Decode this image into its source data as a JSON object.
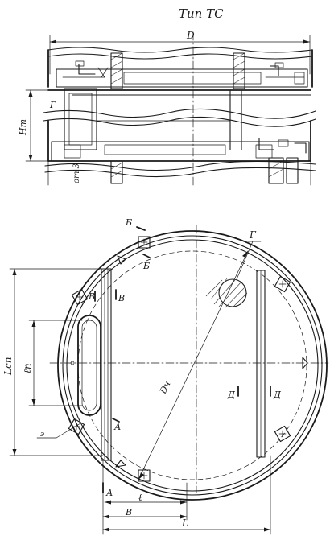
{
  "title": "Тип ТС",
  "top_view": {
    "dim_diameter": "D",
    "dim_height": "Hт",
    "mark_section": "Г",
    "dim_note": "от 3"
  },
  "plan_view": {
    "section_b_top": "Б",
    "section_b_bottom": "Б",
    "section_v_left": "В",
    "section_v_right": "В",
    "section_a_top": "А",
    "section_a_bottom": "А",
    "section_d_left": "Д",
    "section_d_right": "Д",
    "callout_g": "Г",
    "dim_inner_diameter": "Dч",
    "dim_lcp": "Lсп",
    "dim_lp": "ℓп",
    "dim_l_small": "ℓ",
    "dim_b": "В",
    "dim_l_big": "L",
    "leader_label": "э"
  }
}
